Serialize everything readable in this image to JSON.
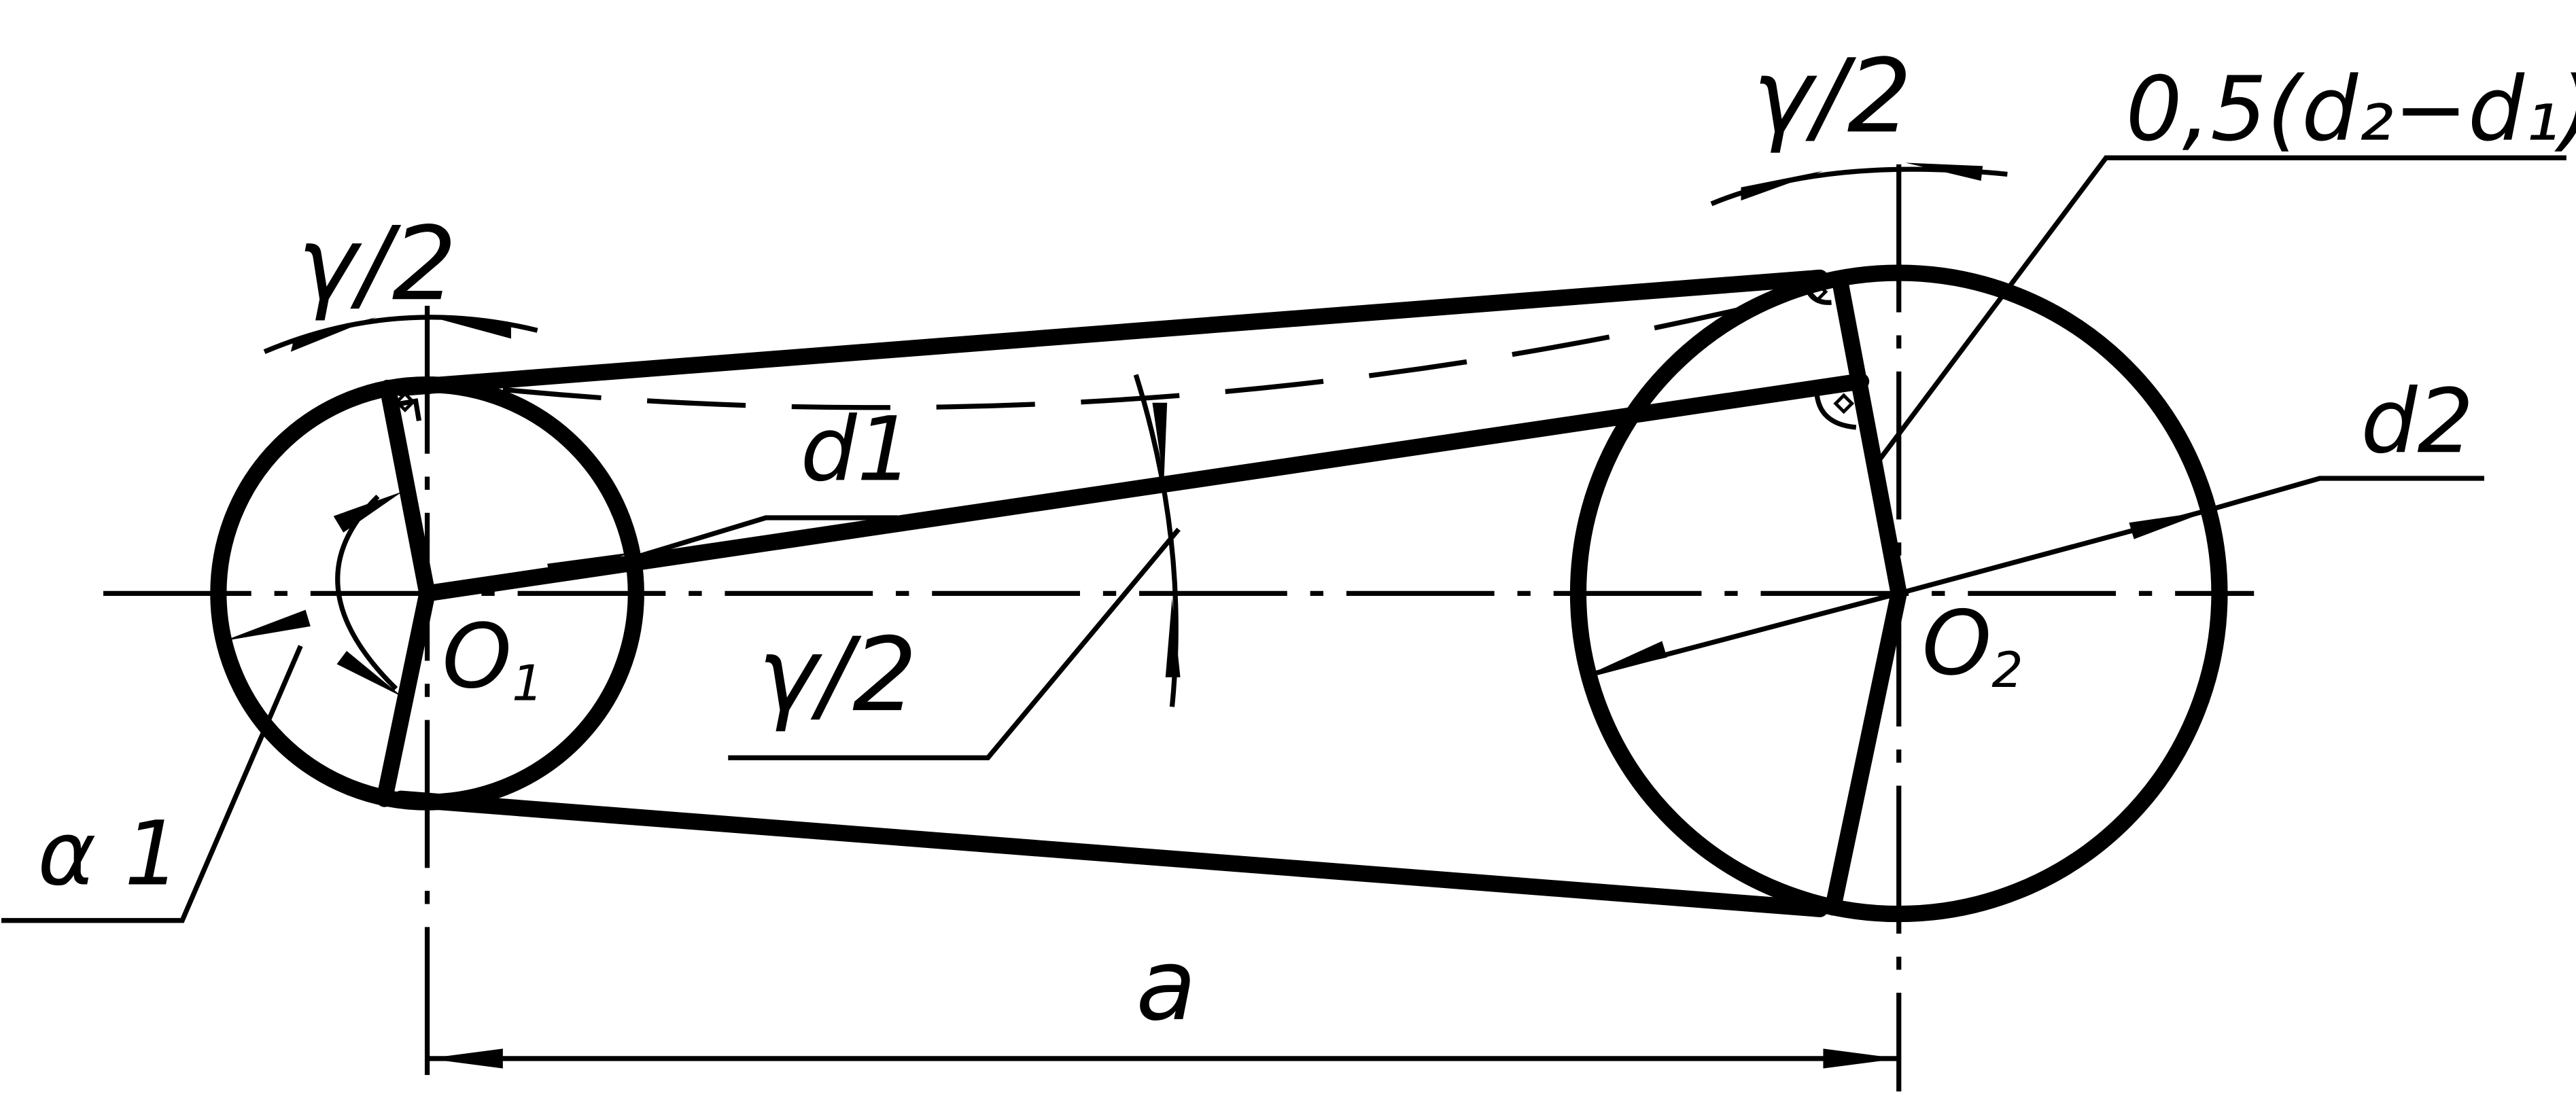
{
  "labels": {
    "gamma_half_left": "γ/2",
    "gamma_half_right": "γ/2",
    "gamma_half_center": "γ/2",
    "half_diff": "0,5(d₂−d₁)",
    "d1": "d1",
    "d2": "d2",
    "o1": "O",
    "o1_sub": "1",
    "o2": "O",
    "o2_sub": "2",
    "alpha1": "α 1",
    "a": "a"
  }
}
